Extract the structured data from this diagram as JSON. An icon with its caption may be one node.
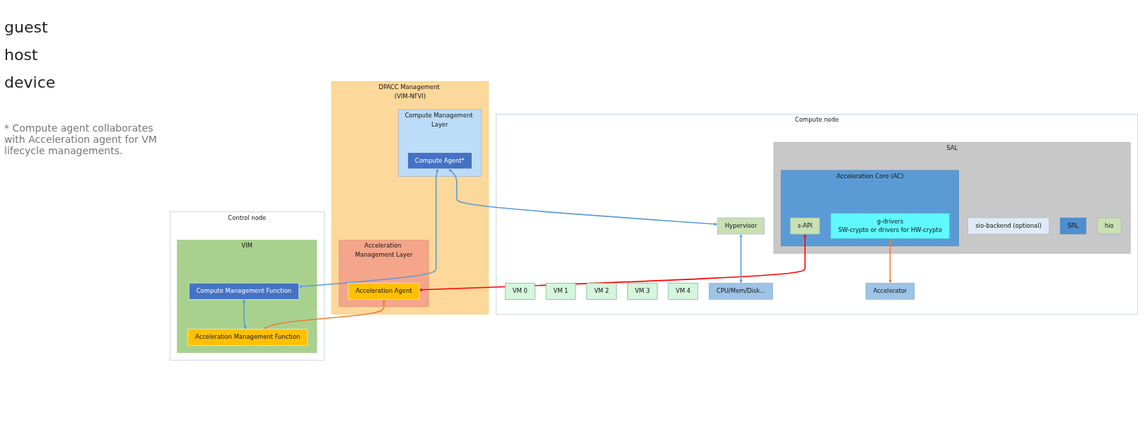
{
  "diagram": {
    "nodes": [
      {
        "text": [
          "Compute node"
        ]
      },
      {
        "text": [
          "VM 0"
        ],
        "in": 0
      },
      {
        "text": [
          "VM 1"
        ],
        "in": 0
      },
      {
        "text": [
          "VM 2"
        ],
        "in": 0
      },
      {
        "text": [
          "VM 3"
        ],
        "in": 0
      },
      {
        "text": [
          "VM 4"
        ],
        "in": 0
      },
      {
        "text": [
          "SAL"
        ],
        "in": 0
      },
      {
        "text": [
          "sio-backend (optional)"
        ],
        "in": 6
      },
      {
        "text": [
          "SRL"
        ],
        "in": 6
      },
      {
        "text": [
          "Acceleration Core (AC)"
        ],
        "in": 6
      },
      {
        "text": [
          "s-API"
        ],
        "in": 9
      },
      {
        "text": [
          "g-drivers",
          "SW-crypto or drivers for HW-crypto"
        ],
        "in": 9
      },
      {
        "text": [
          "hio"
        ],
        "in": 6
      },
      {
        "text": [
          "DPACC Management (VIM-NFVI)"
        ]
      },
      {
        "text": [
          "Acceleration Management Layer"
        ],
        "in": 13
      },
      {
        "text": [
          "Acceleration Agent"
        ],
        "in": 14
      },
      {
        "text": [
          "Compute Management Layer"
        ],
        "in": 13
      },
      {
        "text": [
          "Compute Agent*"
        ],
        "in": 16
      },
      {
        "text": [
          "Hypervisor"
        ],
        "in": 0
      },
      {
        "text": [
          "Accelerator"
        ],
        "in": 0
      },
      {
        "text": [
          "CPU/Mem/Disk..."
        ],
        "in": 0
      },
      {
        "text": [
          "Control node"
        ]
      },
      {
        "text": [
          "VIM"
        ],
        "in": 21
      },
      {
        "text": [
          "Compute Management Function"
        ],
        "in": 22
      },
      {
        "text": [
          "Acceleration Management Function"
        ],
        "in": 22
      }
    ],
    "edges": [
      {
        "from": 10,
        "to": 15,
        "arrow": "both",
        "color": "#ff0000"
      },
      {
        "from": 17,
        "to": 23,
        "arrow": "both"
      },
      {
        "from": 15,
        "to": 24,
        "arrow": "both",
        "color": "#ed7d31"
      },
      {
        "from": 23,
        "to": 24,
        "arrow": "both"
      },
      {
        "from": 17,
        "to": 18,
        "arrow": "both"
      },
      {
        "from": 18,
        "to": 20,
        "arrow": "both"
      },
      {
        "from": 11,
        "to": 19,
        "arrow": "both",
        "color": "#ed7d31"
      }
    ],
    "labels": [
      "guest",
      "host",
      "device",
      "* Compute agent collaborates with Acceleration agent for VM lifecycle managements."
    ]
  }
}
